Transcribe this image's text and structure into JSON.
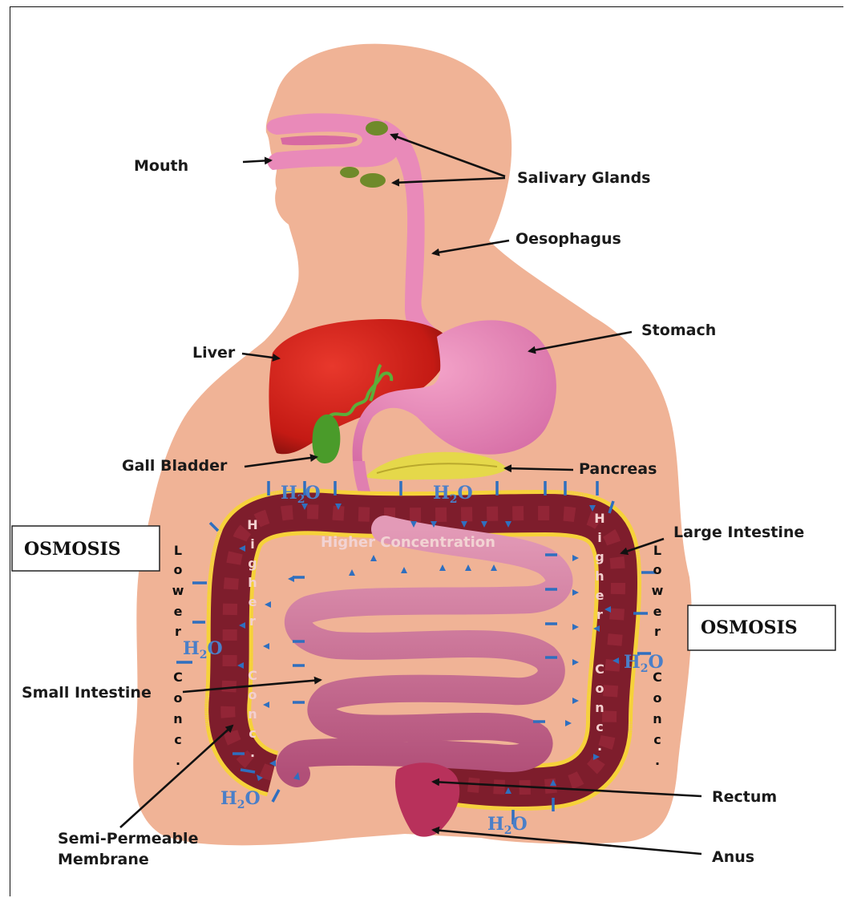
{
  "labels": {
    "mouth": "Mouth",
    "salivary_glands": "Salivary Glands",
    "oesophagus": "Oesophagus",
    "stomach": "Stomach",
    "liver": "Liver",
    "gall_bladder": "Gall Bladder",
    "pancreas": "Pancreas",
    "large_intestine": "Large Intestine",
    "small_intestine": "Small Intestine",
    "semi_permeable_membrane": [
      "Semi-Permeable",
      "Membrane"
    ],
    "rectum": "Rectum",
    "anus": "Anus"
  },
  "osmosis": {
    "left": "OSMOSIS",
    "right": "OSMOSIS"
  },
  "higher_concentration": "Higher Concentration",
  "water": {
    "base": "H",
    "sub": "2",
    "tail": "O"
  },
  "vertical_text": {
    "lower": [
      "L",
      "o",
      "w",
      "e",
      "r"
    ],
    "conc": [
      "C",
      "o",
      "n",
      "c",
      "."
    ],
    "higher": [
      "H",
      "i",
      "g",
      "h",
      "e",
      "r"
    ]
  },
  "colors": {
    "skin": "#f0b396",
    "liver": "#c81e16",
    "stomach": "#e07fb0",
    "colon": "#7e1d2c",
    "membrane_yellow": "#f6d23a",
    "water_arrow": "#2f6fbf",
    "gallbladder": "#4a9b2a",
    "salivary": "#6f8a2a"
  }
}
